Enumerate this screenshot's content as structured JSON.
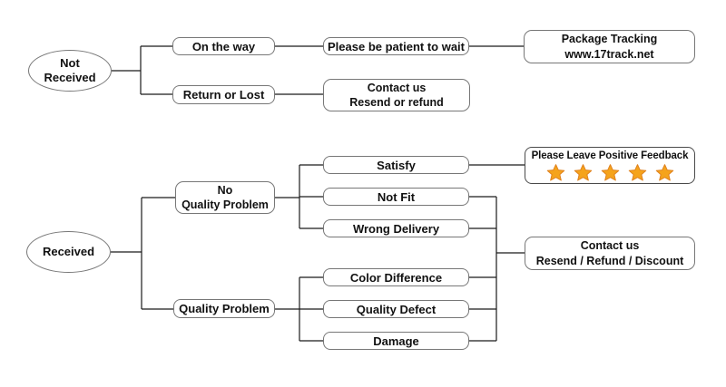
{
  "diagram_type": "flowchart",
  "nodes": {
    "not_received": "Not\nReceived",
    "received": "Received",
    "on_the_way": "On the way",
    "return_or_lost": "Return or Lost",
    "please_be_patient": "Please be patient to wait",
    "package_tracking": "Package Tracking\nwww.17track.net",
    "contact_us_top": "Contact us\nResend or refund",
    "no_quality_problem": "No\nQuality Problem",
    "quality_problem": "Quality Problem",
    "satisfy": "Satisfy",
    "not_fit": "Not Fit",
    "wrong_delivery": "Wrong Delivery",
    "color_difference": "Color Difference",
    "quality_defect": "Quality Defect",
    "damage": "Damage",
    "feedback_label": "Please Leave Positive Feedback",
    "contact_us_bottom": "Contact us\nResend / Refund / Discount"
  },
  "feedback": {
    "star_count": 5
  },
  "colors": {
    "star_fill": "#F5A31B",
    "star_stroke": "#E0821E",
    "connector": "#1a1a1a",
    "box_border": "#777777",
    "text": "#111111",
    "background": "#ffffff"
  },
  "edges": [
    [
      "not_received",
      "on_the_way"
    ],
    [
      "not_received",
      "return_or_lost"
    ],
    [
      "on_the_way",
      "please_be_patient"
    ],
    [
      "please_be_patient",
      "package_tracking"
    ],
    [
      "return_or_lost",
      "contact_us_top"
    ],
    [
      "received",
      "no_quality_problem"
    ],
    [
      "received",
      "quality_problem"
    ],
    [
      "no_quality_problem",
      "satisfy"
    ],
    [
      "no_quality_problem",
      "not_fit"
    ],
    [
      "no_quality_problem",
      "wrong_delivery"
    ],
    [
      "quality_problem",
      "color_difference"
    ],
    [
      "quality_problem",
      "quality_defect"
    ],
    [
      "quality_problem",
      "damage"
    ],
    [
      "satisfy",
      "feedback_label"
    ],
    [
      "not_fit",
      "contact_us_bottom"
    ],
    [
      "wrong_delivery",
      "contact_us_bottom"
    ],
    [
      "color_difference",
      "contact_us_bottom"
    ],
    [
      "quality_defect",
      "contact_us_bottom"
    ],
    [
      "damage",
      "contact_us_bottom"
    ]
  ]
}
